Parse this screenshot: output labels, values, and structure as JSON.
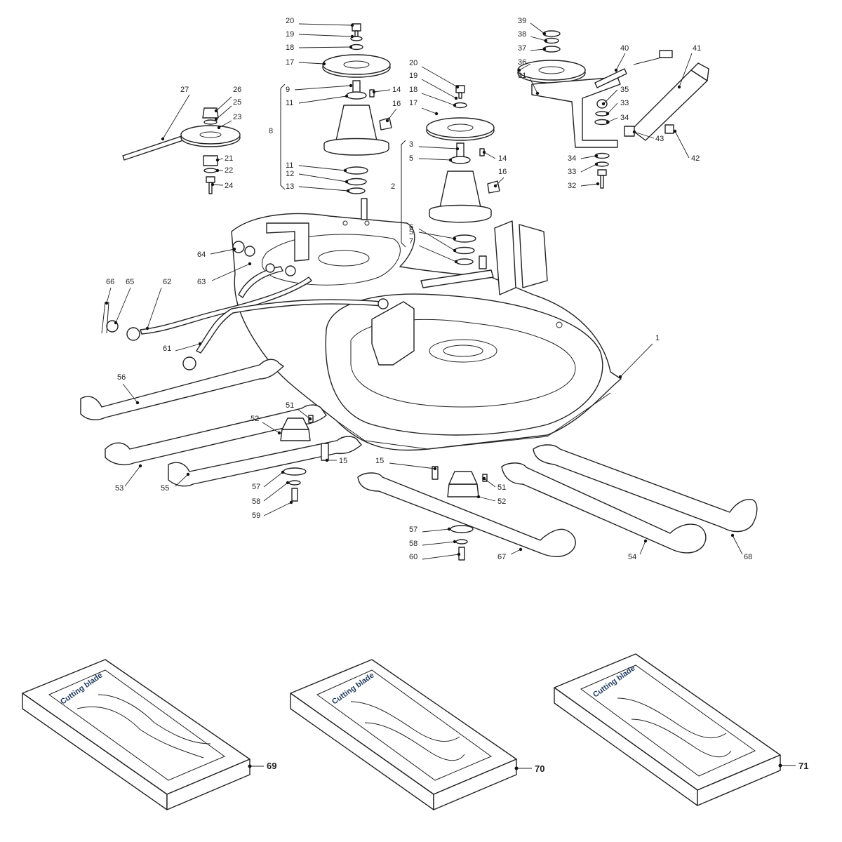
{
  "callouts": [
    {
      "id": "c20a",
      "label": "20"
    },
    {
      "id": "c19a",
      "label": "19"
    },
    {
      "id": "c18a",
      "label": "18"
    },
    {
      "id": "c17a",
      "label": "17"
    },
    {
      "id": "c9",
      "label": "9"
    },
    {
      "id": "c11a",
      "label": "11"
    },
    {
      "id": "c14a",
      "label": "14"
    },
    {
      "id": "c16a",
      "label": "16"
    },
    {
      "id": "c8",
      "label": "8"
    },
    {
      "id": "c11b",
      "label": "11"
    },
    {
      "id": "c12",
      "label": "12"
    },
    {
      "id": "c13",
      "label": "13"
    },
    {
      "id": "c27",
      "label": "27"
    },
    {
      "id": "c26",
      "label": "26"
    },
    {
      "id": "c25",
      "label": "25"
    },
    {
      "id": "c23",
      "label": "23"
    },
    {
      "id": "c21",
      "label": "21"
    },
    {
      "id": "c22",
      "label": "22"
    },
    {
      "id": "c24",
      "label": "24"
    },
    {
      "id": "c20b",
      "label": "20"
    },
    {
      "id": "c19b",
      "label": "19"
    },
    {
      "id": "c18b",
      "label": "18"
    },
    {
      "id": "c17b",
      "label": "17"
    },
    {
      "id": "c3",
      "label": "3"
    },
    {
      "id": "c5a",
      "label": "5"
    },
    {
      "id": "c14b",
      "label": "14"
    },
    {
      "id": "c16b",
      "label": "16"
    },
    {
      "id": "c2",
      "label": "2"
    },
    {
      "id": "c5b",
      "label": "5"
    },
    {
      "id": "c6",
      "label": "6"
    },
    {
      "id": "c7",
      "label": "7"
    },
    {
      "id": "c39",
      "label": "39"
    },
    {
      "id": "c38",
      "label": "38"
    },
    {
      "id": "c37",
      "label": "37"
    },
    {
      "id": "c36",
      "label": "36"
    },
    {
      "id": "c31",
      "label": "31"
    },
    {
      "id": "c40",
      "label": "40"
    },
    {
      "id": "c41",
      "label": "41"
    },
    {
      "id": "c35",
      "label": "35"
    },
    {
      "id": "c33a",
      "label": "33"
    },
    {
      "id": "c34a",
      "label": "34"
    },
    {
      "id": "c43",
      "label": "43"
    },
    {
      "id": "c42",
      "label": "42"
    },
    {
      "id": "c34b",
      "label": "34"
    },
    {
      "id": "c33b",
      "label": "33"
    },
    {
      "id": "c32",
      "label": "32"
    },
    {
      "id": "c64",
      "label": "64"
    },
    {
      "id": "c63",
      "label": "63"
    },
    {
      "id": "c66",
      "label": "66"
    },
    {
      "id": "c65",
      "label": "65"
    },
    {
      "id": "c62",
      "label": "62"
    },
    {
      "id": "c61",
      "label": "61"
    },
    {
      "id": "c1",
      "label": "1"
    },
    {
      "id": "c56",
      "label": "56"
    },
    {
      "id": "c51a",
      "label": "51"
    },
    {
      "id": "c52a",
      "label": "52"
    },
    {
      "id": "c15a",
      "label": "15"
    },
    {
      "id": "c53",
      "label": "53"
    },
    {
      "id": "c55",
      "label": "55"
    },
    {
      "id": "c57a",
      "label": "57"
    },
    {
      "id": "c58a",
      "label": "58"
    },
    {
      "id": "c59",
      "label": "59"
    },
    {
      "id": "c15b",
      "label": "15"
    },
    {
      "id": "c51b",
      "label": "51"
    },
    {
      "id": "c52b",
      "label": "52"
    },
    {
      "id": "c57b",
      "label": "57"
    },
    {
      "id": "c58b",
      "label": "58"
    },
    {
      "id": "c60",
      "label": "60"
    },
    {
      "id": "c67",
      "label": "67"
    },
    {
      "id": "c54",
      "label": "54"
    },
    {
      "id": "c68",
      "label": "68"
    }
  ],
  "kits": [
    {
      "id": "k69",
      "label": "Cutting blade",
      "number": "69"
    },
    {
      "id": "k70",
      "label": "Cutting blade",
      "number": "70"
    },
    {
      "id": "k71",
      "label": "Cutting blade",
      "number": "71"
    }
  ]
}
